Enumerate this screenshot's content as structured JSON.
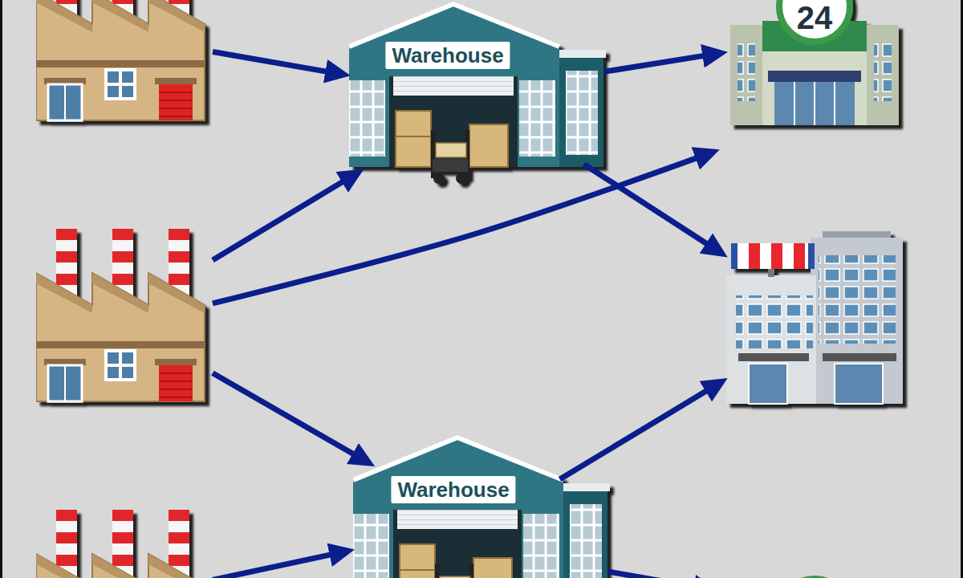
{
  "diagram": {
    "nodes": [
      {
        "text": []
      },
      {
        "text": [
          "Warehouse"
        ]
      },
      {
        "text": [
          "24"
        ]
      },
      {
        "text": []
      },
      {
        "text": []
      },
      {
        "text": []
      },
      {
        "text": [
          "Warehouse"
        ]
      },
      {
        "text": []
      }
    ],
    "edges": [
      {
        "from": 0,
        "to": 1,
        "arrow": "to"
      },
      {
        "from": 1,
        "to": 2,
        "arrow": "to"
      },
      {
        "from": 3,
        "to": 1,
        "arrow": "to"
      },
      {
        "from": 3,
        "to": 2,
        "arrow": "to"
      },
      {
        "from": 1,
        "to": 4,
        "arrow": "to"
      },
      {
        "from": 3,
        "to": 6,
        "arrow": "to"
      },
      {
        "from": 6,
        "to": 4,
        "arrow": "to"
      },
      {
        "from": 5,
        "to": 6,
        "arrow": "to"
      },
      {
        "from": 6,
        "to": 7,
        "arrow": "to"
      }
    ]
  }
}
